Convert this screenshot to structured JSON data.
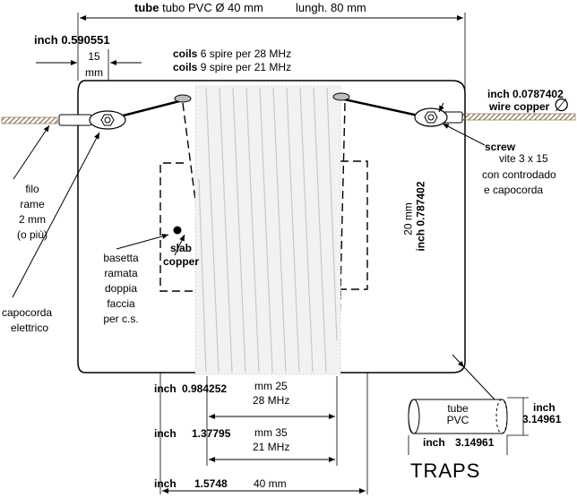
{
  "top": {
    "tube_bold": "tube",
    "tube_rest": "tubo PVC Ø 40 mm",
    "length": "lungh. 80 mm"
  },
  "inch_top_left": {
    "prefix": "inch",
    "value": "0.590551",
    "mm_value": "15",
    "mm_unit": "mm"
  },
  "coils": {
    "line1_bold": "coils",
    "line1_rest": "6 spire per 28 MHz",
    "line2_bold": "coils",
    "line2_rest": "9 spire per 21 MHz"
  },
  "inch_top_right": {
    "prefix": "inch",
    "value": "0.0787402",
    "wire": "wire copper",
    "symbol": "∅"
  },
  "screw": {
    "bold": "screw",
    "line1": "vite 3 x 15",
    "line2": "con controdado",
    "line3": "e capocorda"
  },
  "filo": [
    "filo",
    "rame",
    "2 mm",
    "(o più)"
  ],
  "capocorda": [
    "capocorda",
    "elettrico"
  ],
  "basetta": [
    "basetta",
    "ramata",
    "doppia",
    "faccia",
    "per c.s."
  ],
  "slab": [
    "slab",
    "copper"
  ],
  "dim_20": {
    "mm": "20 mm",
    "inch": "inch 0.787402"
  },
  "bottom": {
    "row1": {
      "inch": "inch",
      "value": "0.984252",
      "mm": "mm 25",
      "mhz": "28 MHz"
    },
    "row2": {
      "inch": "inch",
      "value": "1.37795",
      "mm": "mm 35",
      "mhz": "21 MHz"
    },
    "row3": {
      "inch": "inch",
      "value": "1.5748",
      "mm": "40 mm"
    }
  },
  "tube_small": {
    "line1": "tube",
    "line2": "PVC",
    "inch_right": "inch",
    "value_right": "3.14961",
    "inch_bottom": "inch",
    "value_bottom": "3.14961"
  },
  "title": "TRAPS"
}
